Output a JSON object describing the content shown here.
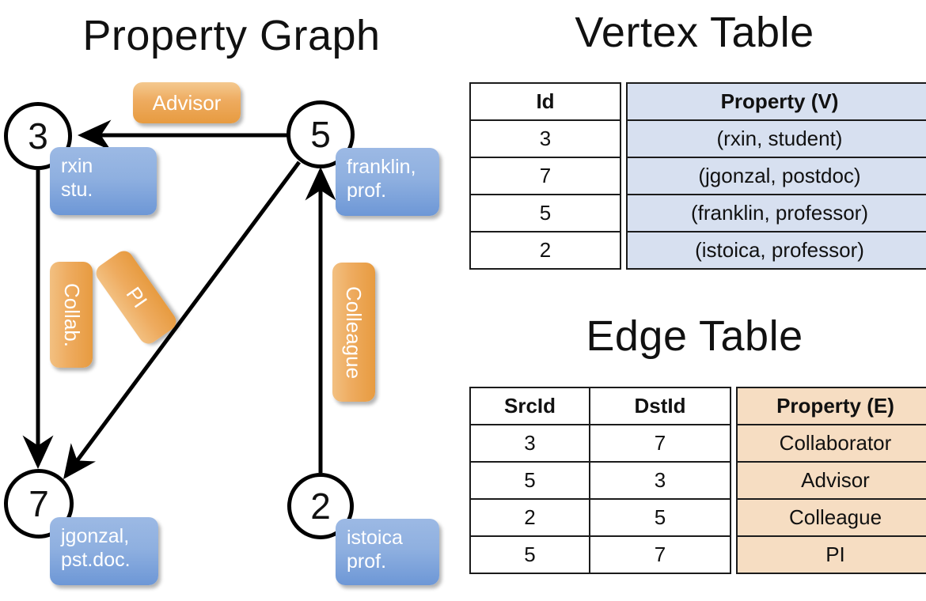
{
  "titles": {
    "property_graph": "Property Graph",
    "vertex_table": "Vertex Table",
    "edge_table": "Edge Table"
  },
  "colors": {
    "vertex_property_fill": "#d7e0f0",
    "edge_property_fill": "#f6ddc2",
    "node_property_box": "#8fb0e0",
    "edge_label_box": "#eeab5f",
    "stroke": "#000000"
  },
  "graph": {
    "nodes": [
      {
        "id": "3",
        "property_lines": [
          "rxin",
          "stu."
        ]
      },
      {
        "id": "5",
        "property_lines": [
          "franklin,",
          "prof."
        ]
      },
      {
        "id": "7",
        "property_lines": [
          "jgonzal,",
          "pst.doc."
        ]
      },
      {
        "id": "2",
        "property_lines": [
          "istoica",
          "prof."
        ]
      }
    ],
    "edge_labels": [
      {
        "name": "advisor",
        "text": "Advisor",
        "orientation": "horizontal"
      },
      {
        "name": "collab",
        "text": "Collab.",
        "orientation": "vertical"
      },
      {
        "name": "pi",
        "text": "PI",
        "orientation": "rotated"
      },
      {
        "name": "colleague",
        "text": "Colleague",
        "orientation": "vertical"
      }
    ],
    "edges": [
      {
        "from": "5",
        "to": "3",
        "label": "Advisor"
      },
      {
        "from": "3",
        "to": "7",
        "label": "Collab."
      },
      {
        "from": "5",
        "to": "7",
        "label": "PI"
      },
      {
        "from": "2",
        "to": "5",
        "label": "Colleague"
      }
    ]
  },
  "vertex_table": {
    "headers": [
      "Id",
      "Property (V)"
    ],
    "rows": [
      {
        "id": "3",
        "property": "(rxin, student)"
      },
      {
        "id": "7",
        "property": "(jgonzal, postdoc)"
      },
      {
        "id": "5",
        "property": "(franklin, professor)"
      },
      {
        "id": "2",
        "property": "(istoica, professor)"
      }
    ]
  },
  "edge_table": {
    "headers": [
      "SrcId",
      "DstId",
      "Property (E)"
    ],
    "rows": [
      {
        "src": "3",
        "dst": "7",
        "property": "Collaborator"
      },
      {
        "src": "5",
        "dst": "3",
        "property": "Advisor"
      },
      {
        "src": "2",
        "dst": "5",
        "property": "Colleague"
      },
      {
        "src": "5",
        "dst": "7",
        "property": "PI"
      }
    ]
  }
}
